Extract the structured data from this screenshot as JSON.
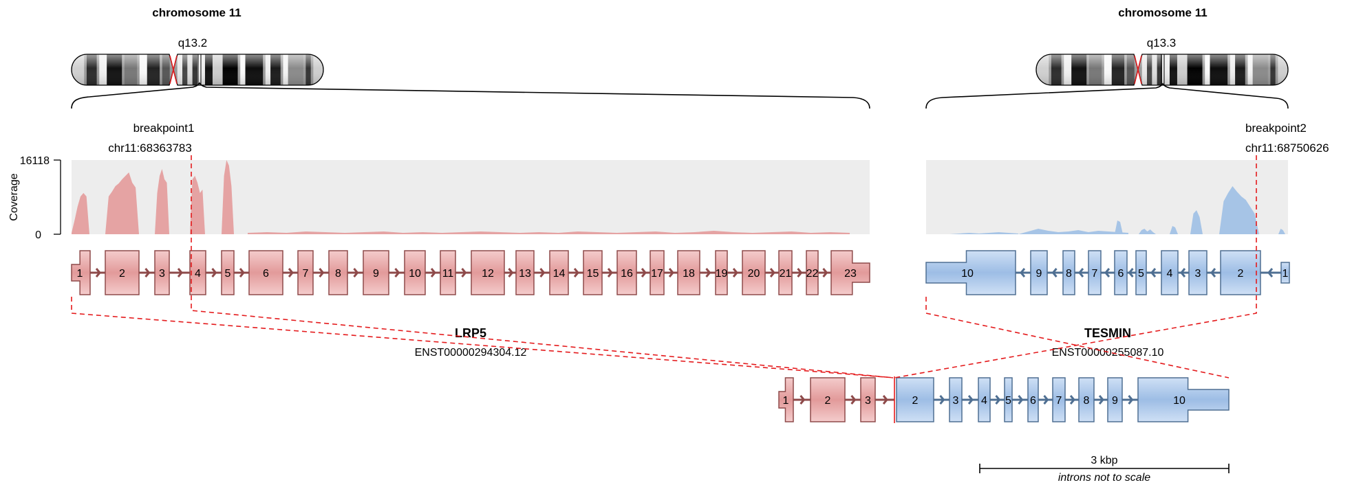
{
  "colors": {
    "red_fill": "#e9aaaa",
    "red_stroke": "#8e4a4a",
    "blue_fill": "#a9c6ea",
    "blue_stroke": "#4f6f92",
    "coverage_bg": "#ededed",
    "breakpoint_line": "#e41a1c"
  },
  "left": {
    "chromosome_label": "chromosome 11",
    "band_label": "q13.2",
    "breakpoint_label": "breakpoint1",
    "breakpoint_position": "chr11:68363783",
    "gene_name": "LRP5",
    "transcript_id": "ENST00000294304.12",
    "exon_labels": [
      "1",
      "2",
      "3",
      "4",
      "5",
      "6",
      "7",
      "8",
      "9",
      "10",
      "11",
      "12",
      "13",
      "14",
      "15",
      "16",
      "17",
      "18",
      "19",
      "20",
      "21",
      "22",
      "23"
    ]
  },
  "right": {
    "chromosome_label": "chromosome 11",
    "band_label": "q13.3",
    "breakpoint_label": "breakpoint2",
    "breakpoint_position": "chr11:68750626",
    "gene_name": "TESMIN",
    "transcript_id": "ENST00000255087.10",
    "exon_labels": [
      "10",
      "9",
      "8",
      "7",
      "6",
      "5",
      "4",
      "3",
      "2",
      "1"
    ]
  },
  "coverage_axis": {
    "title": "Coverage",
    "max_label": "16118",
    "min_label": "0"
  },
  "fusion": {
    "exon_labels_left": [
      "1",
      "2",
      "3"
    ],
    "exon_labels_right": [
      "2",
      "3",
      "4",
      "5",
      "6",
      "7",
      "8",
      "9",
      "10"
    ]
  },
  "scale": {
    "label": "3 kbp",
    "note": "introns not to scale"
  }
}
